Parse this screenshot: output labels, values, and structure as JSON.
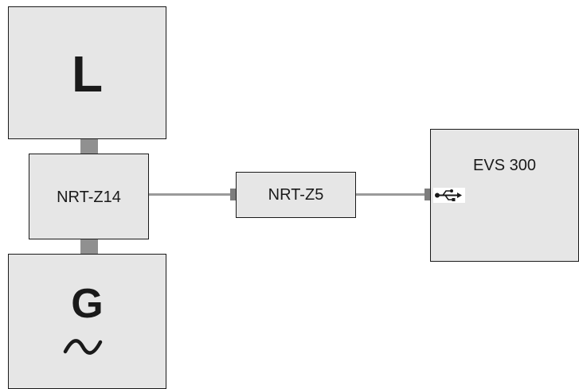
{
  "load_box": {
    "label": "L"
  },
  "generator_box": {
    "label": "G",
    "symbol": "~"
  },
  "nrt_z14_box": {
    "label": "NRT-Z14"
  },
  "nrt_z5_box": {
    "label": "NRT-Z5"
  },
  "evs300_box": {
    "label": "EVS 300"
  },
  "icons": {
    "usb": "usb-icon"
  },
  "colors": {
    "box_fill": "#e6e6e6",
    "line": "#9a9a9a",
    "connector": "#909090"
  }
}
